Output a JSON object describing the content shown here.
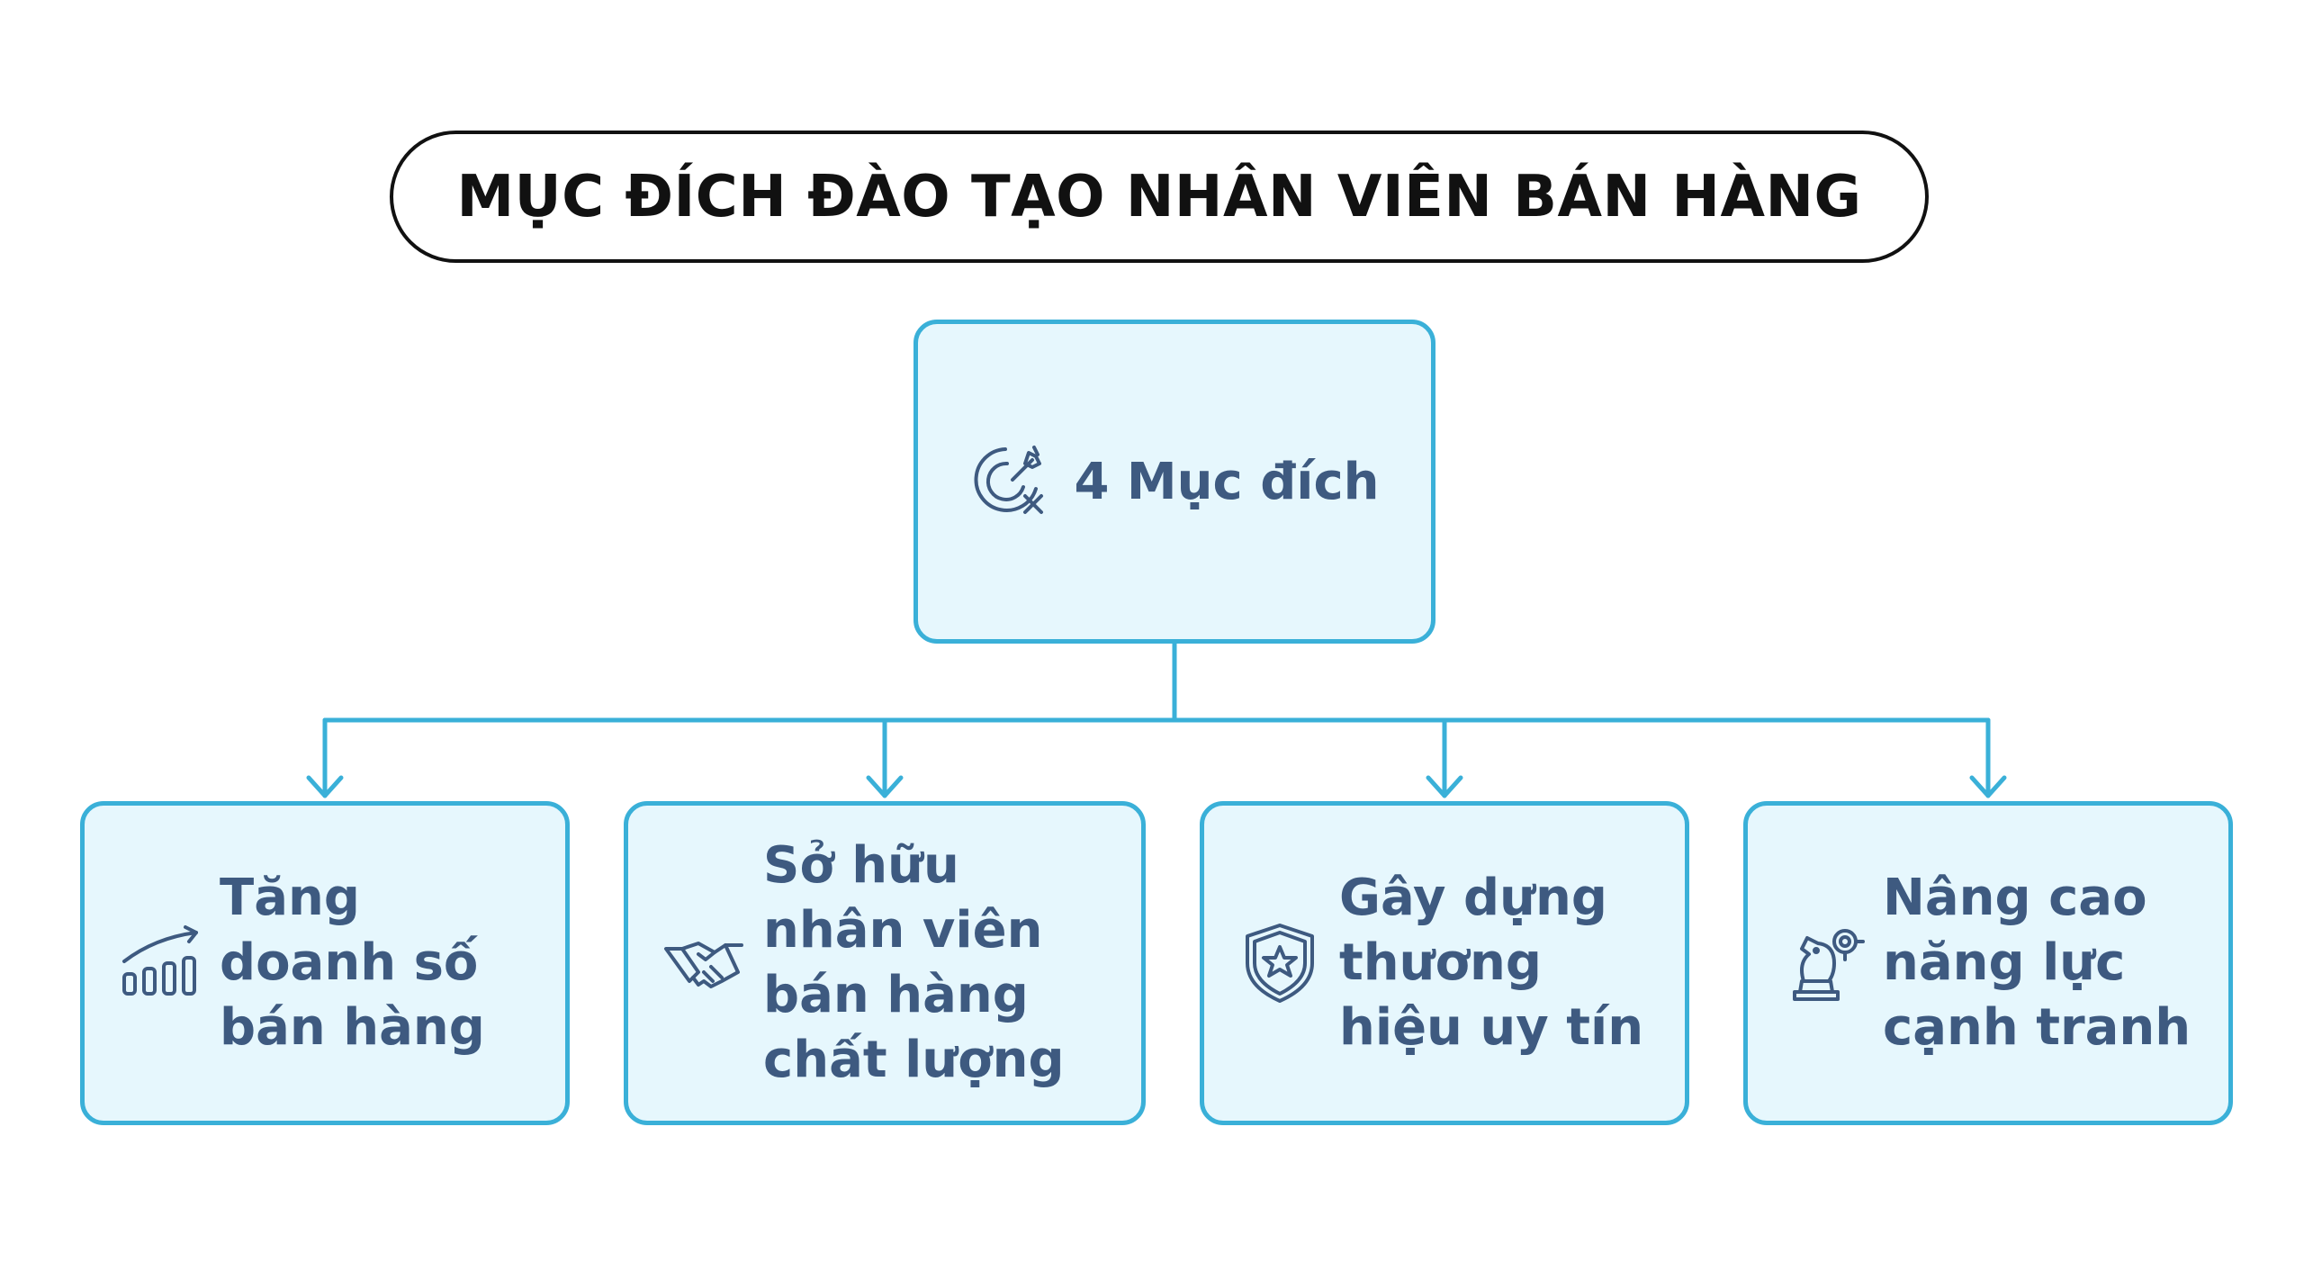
{
  "title": "MỤC ĐÍCH ĐÀO TẠO NHÂN VIÊN BÁN HÀNG",
  "center": {
    "label": "4 Mục đích",
    "icon": "target-dart-icon"
  },
  "items": [
    {
      "lines": [
        "Tăng",
        "doanh số",
        "bán hàng"
      ],
      "icon": "growth-chart-icon"
    },
    {
      "lines": [
        "Sở hữu",
        "nhân viên",
        "bán hàng",
        "chất lượng"
      ],
      "icon": "handshake-icon"
    },
    {
      "lines": [
        "Gây dựng",
        "thương",
        "hiệu uy tín"
      ],
      "icon": "shield-star-icon"
    },
    {
      "lines": [
        "Nâng cao",
        "năng lực",
        "cạnh tranh"
      ],
      "icon": "chess-knight-icon"
    }
  ],
  "colors": {
    "border": "#3ab0d8",
    "fill": "#e6f7fd",
    "text": "#3e5a80",
    "title": "#111111"
  }
}
